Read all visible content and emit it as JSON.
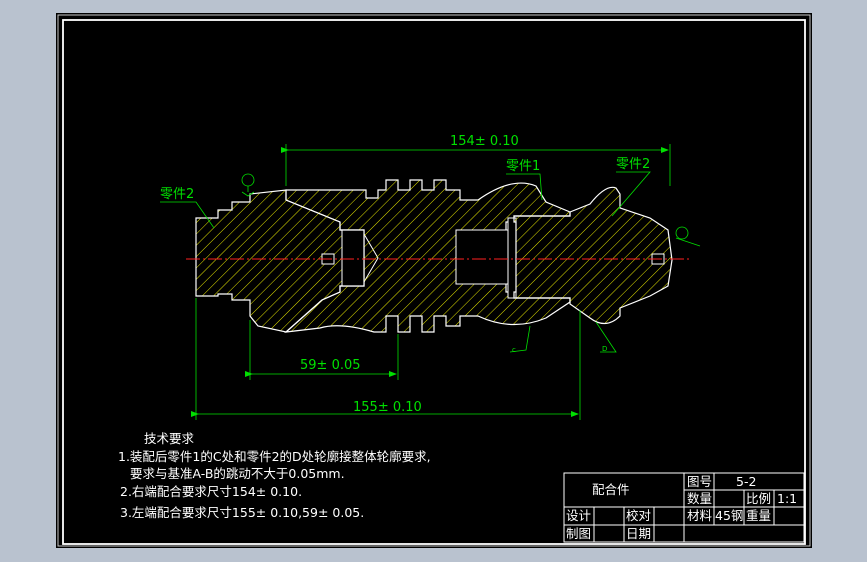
{
  "drawing": {
    "dimensions": {
      "top": "154± 0.10",
      "middle": "59± 0.05",
      "bottom": "155± 0.10"
    },
    "part_labels": {
      "left_part": "零件2",
      "middle_part": "零件1",
      "right_part": "零件2"
    },
    "markers": {
      "c": "c",
      "d": "D"
    }
  },
  "technical_requirements": {
    "title": "技术要求",
    "lines": [
      "1.装配后零件1的C处和零件2的D处轮廓接整体轮廓要求,",
      "要求与基准A-B的跳动不大于0.05mm.",
      "2.右端配合要求尺寸154± 0.10.",
      "3.左端配合要求尺寸155± 0.10,59± 0.05."
    ]
  },
  "title_block": {
    "name": "配合件",
    "drawing_no_label": "图号",
    "drawing_no": "5-2",
    "quantity_label": "数量",
    "scale_label": "比例",
    "scale": "1:1",
    "material_label": "材料",
    "material": "45钢",
    "weight_label": "重量",
    "design_label": "设计",
    "check_label": "校对",
    "draw_label": "制图",
    "date_label": "日期"
  },
  "colors": {
    "background": "#b9c2cf",
    "paper": "#000000",
    "border": "#ffffff",
    "dimension": "#00e000",
    "hatch": "#ffff00",
    "centerline": "#ff2020"
  }
}
